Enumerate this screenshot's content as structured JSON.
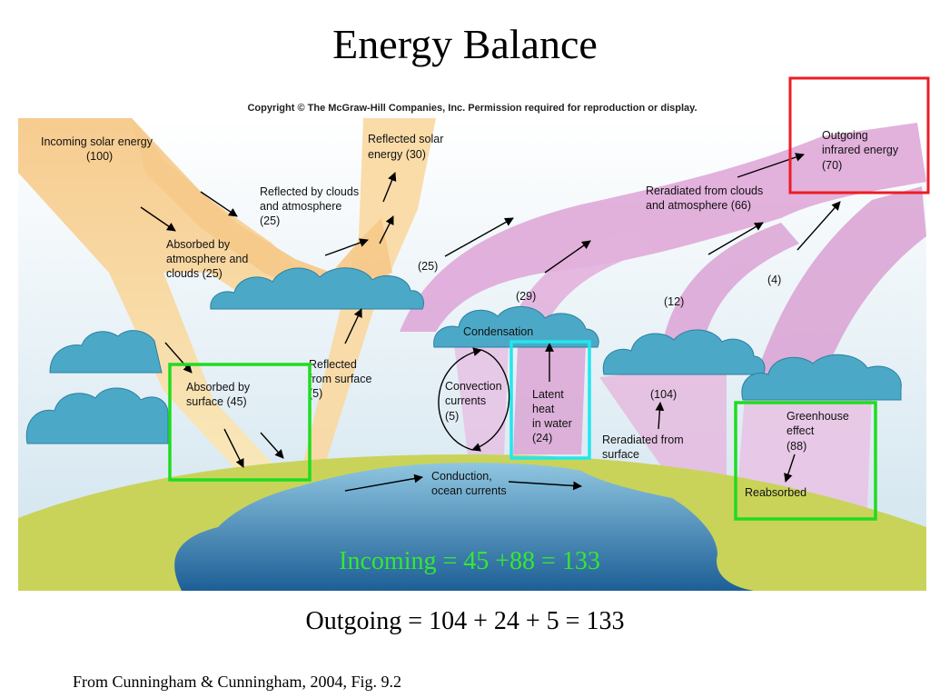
{
  "slide": {
    "title": "Energy Balance",
    "copyright": "Copyright © The McGraw-Hill Companies, Inc. Permission required for reproduction or display.",
    "incoming_eq": "Incoming = 45 +88 = 133",
    "outgoing_eq": "Outgoing = 104 + 24 + 5 = 133",
    "source": "From Cunningham & Cunningham, 2004, Fig. 9.2"
  },
  "labels": {
    "incoming_solar": [
      "Incoming solar energy",
      "(100)"
    ],
    "reflected_solar": [
      "Reflected solar",
      "energy (30)"
    ],
    "reflected_clouds": [
      "Reflected by clouds",
      "and atmosphere",
      "(25)"
    ],
    "absorbed_atm": [
      "Absorbed by",
      "atmosphere and",
      "clouds (25)"
    ],
    "absorbed_surface": [
      "Absorbed by",
      "surface (45)"
    ],
    "reflected_surface": [
      "Reflected",
      "from surface",
      "(5)"
    ],
    "outgoing_ir": [
      "Outgoing",
      "infrared energy",
      "(70)"
    ],
    "reradiated_clouds": [
      "Reradiated from clouds",
      "and atmosphere (66)"
    ],
    "val_25": "(25)",
    "val_29": "(29)",
    "val_12": "(12)",
    "val_4": "(4)",
    "condensation": "Condensation",
    "convection": [
      "Convection",
      "currents",
      "(5)"
    ],
    "latent": [
      "Latent",
      "heat",
      "in water",
      "(24)"
    ],
    "val_104": "(104)",
    "reradiated_surface": [
      "Reradiated from",
      "surface"
    ],
    "greenhouse": [
      "Greenhouse",
      "effect",
      "(88)"
    ],
    "reabsorbed": "Reabsorbed",
    "conduction": [
      "Conduction,",
      "ocean currents"
    ]
  },
  "colors": {
    "solar_band": "#f7cf8a",
    "ir_band": "#dca7d6",
    "cloud": "#4ba9c7",
    "ocean": "#2e7fb3",
    "land": "#c9d35a",
    "highlight_red": "#ee1c24",
    "highlight_green": "#1fdc1f",
    "highlight_cyan": "#22e6ee"
  }
}
